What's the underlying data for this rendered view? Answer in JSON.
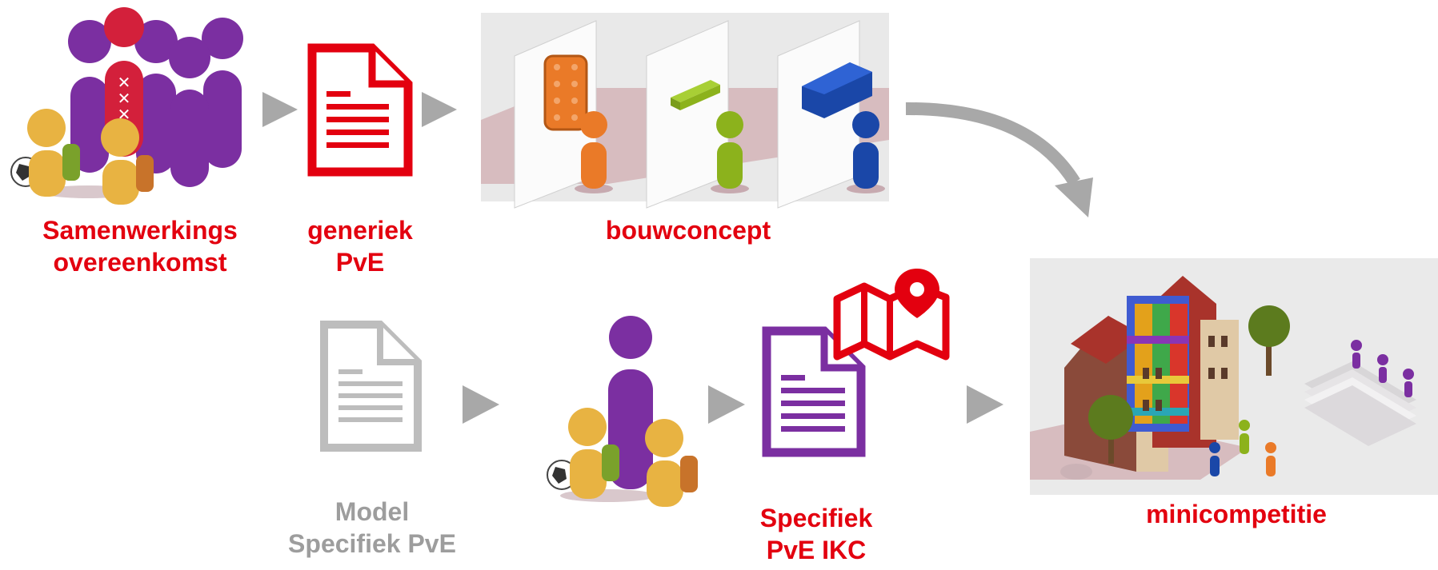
{
  "colors": {
    "brand_red": "#e3000f",
    "purple": "#7b2fa1",
    "grey": "#9d9d9d",
    "child_yellow": "#e8b342",
    "orange": "#ea7a28",
    "green": "#8cb21c",
    "blue": "#1a47a8",
    "arrow_grey": "#a8a8a8"
  },
  "steps": {
    "samenwerking": {
      "line1": "Samenwerkings",
      "line2": "overeenkomst"
    },
    "generiek": {
      "line1": "generiek",
      "line2": "PvE"
    },
    "bouwconcept": {
      "label": "bouwconcept"
    },
    "minicompetitie": {
      "label": "minicompetitie"
    },
    "model": {
      "line1": "Model",
      "line2": "Specifiek PvE"
    },
    "specifiek": {
      "line1": "Specifiek",
      "line2": "PvE IKC"
    }
  },
  "icons": [
    "people-group-icon",
    "document-red-icon",
    "building-blocks-panel",
    "document-grey-icon",
    "stakeholders-icon",
    "document-purple-icon",
    "map-pin-icon",
    "school-building-panel",
    "flow-arrow-icon",
    "curved-arrow-icon"
  ]
}
